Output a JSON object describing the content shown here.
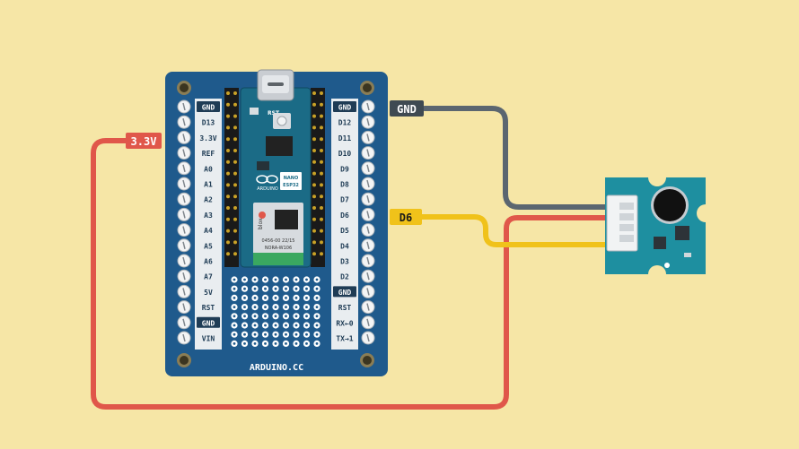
{
  "colors": {
    "background": "#f6e6a6",
    "board": "#1f5a8c",
    "wire_gnd": "#5b6670",
    "wire_power": "#e0574a",
    "wire_signal": "#f0c21a",
    "module": "#1e8fa0"
  },
  "wires": {
    "gnd_label": "GND",
    "power_label": "3.3V",
    "signal_label": "D6"
  },
  "board": {
    "footer": "ARDUINO.CC",
    "left_pins": [
      "GND",
      "D13",
      "3.3V",
      "REF",
      "A0",
      "A1",
      "A2",
      "A3",
      "A4",
      "A5",
      "A6",
      "A7",
      "5V",
      "RST",
      "GND",
      "VIN"
    ],
    "right_pins": [
      "GND",
      "D12",
      "D11",
      "D10",
      "D9",
      "D8",
      "D7",
      "D6",
      "D5",
      "D4",
      "D3",
      "D2",
      "GND",
      "RST",
      "RX←0",
      "TX→1"
    ],
    "nano_label": "NANO",
    "nano_model": "ESP32",
    "brand_small": "ARDUINO",
    "rst_label": "RST",
    "chip_brand": "blox",
    "chip_line1": "NORA-W106",
    "chip_code": "0456-00 22/15"
  }
}
